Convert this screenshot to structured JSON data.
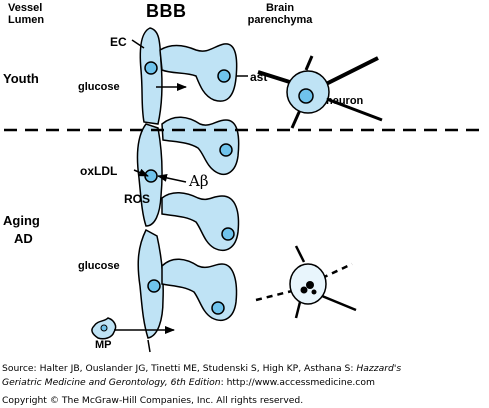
{
  "headers": {
    "vessel_lumen": [
      "Vessel",
      "Lumen"
    ],
    "bbb": "BBB",
    "brain_parenchyma": [
      "Brain",
      "parenchyma"
    ]
  },
  "labels": {
    "ec": "EC",
    "youth": "Youth",
    "glucose_top": "glucose",
    "ast": "ast",
    "neuron": "neuron",
    "oxldl": "oxLDL",
    "abeta": "Aβ",
    "ros": "ROS",
    "aging": "Aging",
    "ad": "AD",
    "glucose_bottom": "glucose",
    "mp": "MP"
  },
  "caption": {
    "source_prefix": "Source: Halter JB, Ouslander JG, Tinetti ME, Studenski S, High KP, Asthana S: ",
    "source_title_a": "Hazzard's",
    "source_title_b": "Geriatric Medicine and Gerontology, 6th Edition",
    "source_suffix": ": http://www.accessmedicine.com",
    "copyright": "Copyright © The McGraw-Hill Companies, Inc. All rights reserved."
  },
  "colors": {
    "cell_fill": "#bfe3f5",
    "nucleus_fill": "#6fc3ec",
    "stroke": "#000000"
  }
}
